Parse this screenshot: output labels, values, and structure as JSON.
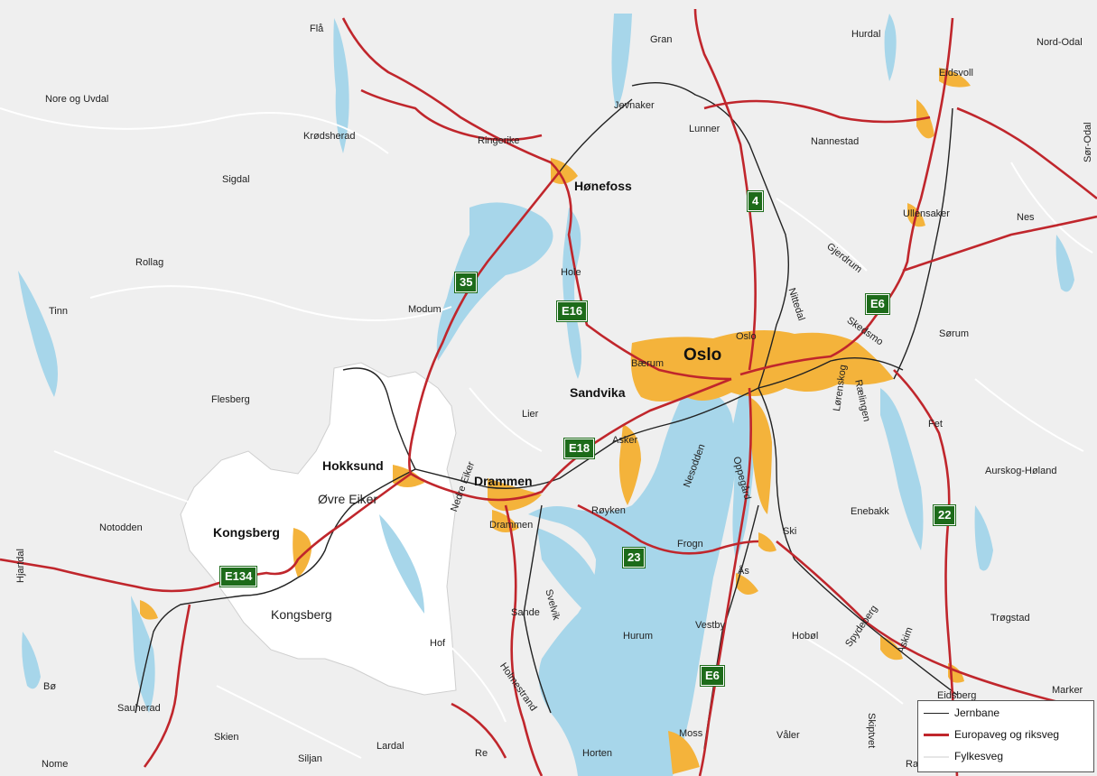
{
  "colors": {
    "background": "#efefef",
    "municipality": "#ffffff",
    "water": "#a7d6ea",
    "urban": "#f4b33b",
    "european_road": "#c0262c",
    "county_road": "#ffffff",
    "railway": "#222222",
    "shield": "#1d6b1a"
  },
  "places": {
    "fla": "Flå",
    "gran": "Gran",
    "hurdal": "Hurdal",
    "nord_odal": "Nord-Odal",
    "nore_og_uvdal": "Nore og Uvdal",
    "eidsvoll": "Eidsvoll",
    "jevnaker": "Jevnaker",
    "lunner": "Lunner",
    "nannestad": "Nannestad",
    "krodsherad": "Krødsherad",
    "ringerike": "Ringerike",
    "sor_odal": "Sør-Odal",
    "sigdal": "Sigdal",
    "ullensaker": "Ullensaker",
    "nes": "Nes",
    "gjerdrum": "Gjerdrum",
    "rollag": "Rollag",
    "hole": "Hole",
    "nittedal": "Nittedal",
    "tinn": "Tinn",
    "modum": "Modum",
    "skedsmo": "Skedsmo",
    "sorum": "Sørum",
    "oslo_small": "Oslo",
    "baerum": "Bærum",
    "flesberg": "Flesberg",
    "lorenskog": "Lørenskog",
    "raelingen": "Rælingen",
    "lier": "Lier",
    "fet": "Fet",
    "asker": "Asker",
    "nesodden": "Nesodden",
    "nedre_eiker": "Nedre Eiker",
    "oppegard": "Oppegård",
    "aurskog_holand": "Aurskog-Høland",
    "ovre_eiker": "Øvre Eiker",
    "royken": "Røyken",
    "enebakk": "Enebakk",
    "notodden": "Notodden",
    "drammen_small": "Drammen",
    "ski": "Ski",
    "frogn": "Frogn",
    "hjartdal": "Hjartdal",
    "as": "Ås",
    "kongsberg_region": "Kongsberg",
    "sande": "Sande",
    "svelvik": "Svelvik",
    "hobol": "Hobøl",
    "trogstad": "Trøgstad",
    "spydeberg": "Spydeberg",
    "hof": "Hof",
    "hurum": "Hurum",
    "vestby": "Vestby",
    "askim": "Askim",
    "holmestrand": "Holmestrand",
    "bo": "Bø",
    "sauherad": "Sauherad",
    "eidsberg": "Eidsberg",
    "marker": "Marker",
    "skiptvet": "Skiptvet",
    "skien": "Skien",
    "lardal": "Lardal",
    "re": "Re",
    "horten": "Horten",
    "moss": "Moss",
    "valer": "Våler",
    "siljan": "Siljan",
    "nome": "Nome",
    "rakkestad_partial": "Ra"
  },
  "cities": {
    "honefoss": "Hønefoss",
    "oslo": "Oslo",
    "sandvika": "Sandvika",
    "hokksund": "Hokksund",
    "drammen": "Drammen",
    "kongsberg": "Kongsberg"
  },
  "shields": {
    "r4": "4",
    "r35": "35",
    "e16": "E16",
    "e6_north": "E6",
    "e18": "E18",
    "r22": "22",
    "r23": "23",
    "e134": "E134",
    "e6_south": "E6"
  },
  "legend": {
    "railway": "Jernbane",
    "european_road": "Europaveg og riksveg",
    "county_road": "Fylkesveg"
  }
}
